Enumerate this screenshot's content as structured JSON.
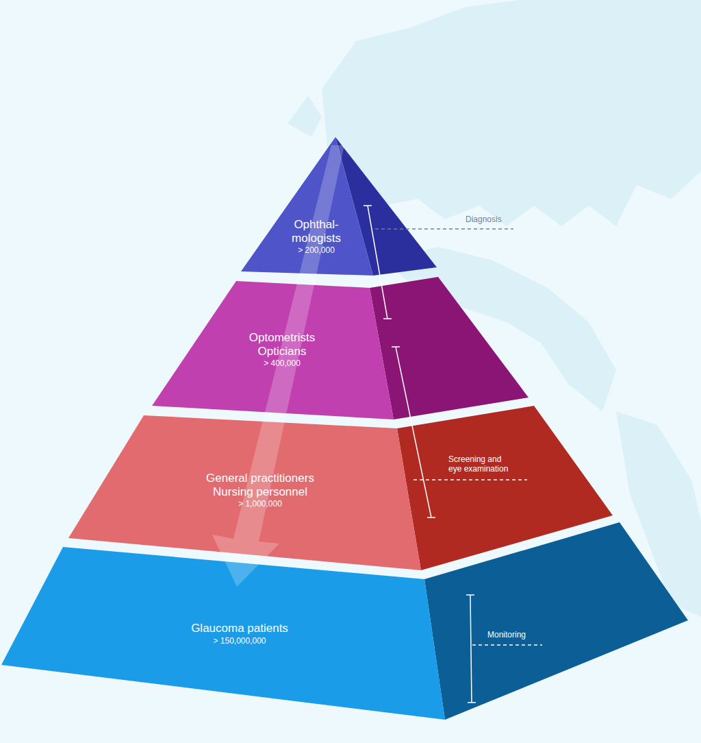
{
  "diagram": {
    "nodes": [
      {
        "text": [
          "Ophthal- mologists",
          "> 200,000"
        ]
      },
      {
        "text": [
          "Optometrists Opticians",
          "> 400,000"
        ]
      },
      {
        "text": [
          "General practitioners Nursing personnel",
          "> 1,000,000"
        ]
      },
      {
        "text": [
          "Glaucoma patients",
          "> 150,000,000"
        ]
      }
    ],
    "labels": [
      "Diagnosis",
      "Screening and eye examination",
      "Monitoring"
    ]
  }
}
